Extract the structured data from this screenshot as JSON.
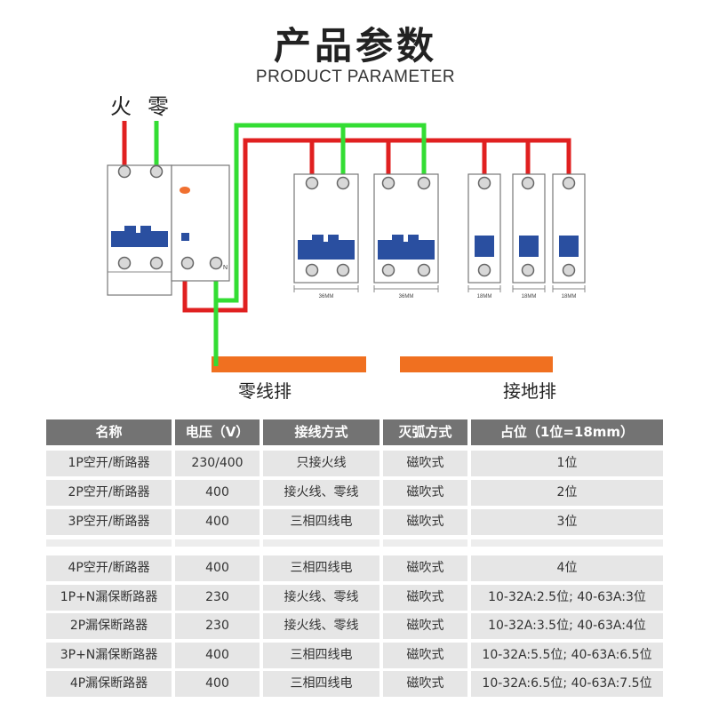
{
  "header": {
    "title": "产品参数",
    "subtitle": "PRODUCT PARAMETER"
  },
  "diagram": {
    "live_label": "火",
    "neutral_label": "零",
    "rcd_n_mark": "N",
    "widths": [
      "36MM",
      "36MM",
      "18MM",
      "18MM",
      "18MM"
    ],
    "neutral_bar_label": "零线排",
    "ground_bar_label": "接地排",
    "colors": {
      "live_wire": "#e02020",
      "neutral_wire": "#33dd33",
      "bar": "#f07020",
      "handle": "#2a4fa0",
      "indicator": "#f07030"
    }
  },
  "table": {
    "headers": [
      "名称",
      "电压（V）",
      "接线方式",
      "灭弧方式",
      "占位（1位=18mm）"
    ],
    "rows": [
      [
        "1P空开/断路器",
        "230/400",
        "只接火线",
        "磁吹式",
        "1位"
      ],
      [
        "2P空开/断路器",
        "400",
        "接火线、零线",
        "磁吹式",
        "2位"
      ],
      [
        "3P空开/断路器",
        "400",
        "三相四线电",
        "磁吹式",
        "3位"
      ],
      [
        "4P空开/断路器",
        "400",
        "三相四线电",
        "磁吹式",
        "4位"
      ],
      [
        "1P+N漏保断路器",
        "230",
        "接火线、零线",
        "磁吹式",
        "10-32A:2.5位; 40-63A:3位"
      ],
      [
        "2P漏保断路器",
        "230",
        "接火线、零线",
        "磁吹式",
        "10-32A:3.5位; 40-63A:4位"
      ],
      [
        "3P+N漏保断路器",
        "400",
        "三相四线电",
        "磁吹式",
        "10-32A:5.5位; 40-63A:6.5位"
      ],
      [
        "4P漏保断路器",
        "400",
        "三相四线电",
        "磁吹式",
        "10-32A:6.5位; 40-63A:7.5位"
      ]
    ]
  }
}
